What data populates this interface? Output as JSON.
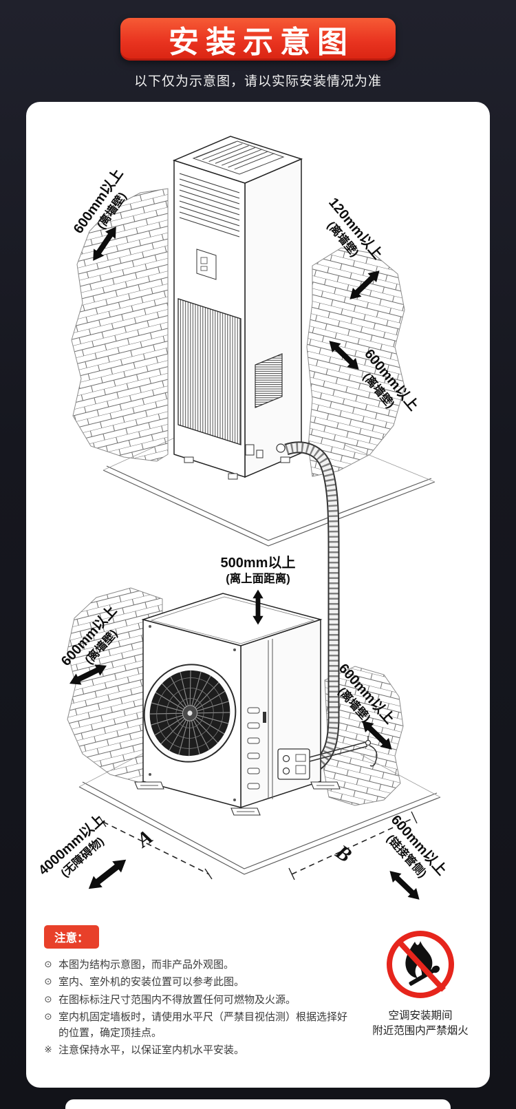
{
  "banner": {
    "title": "安装示意图"
  },
  "subtitle": "以下仅为示意图，请以实际安装情况为准",
  "diagram": {
    "indoor": {
      "left_clearance": {
        "value": "600mm以上",
        "note": "(离墙壁)"
      },
      "back_clearance": {
        "value": "120mm以上",
        "note": "(离墙壁)"
      },
      "right_clearance": {
        "value": "600mm以上",
        "note": "(离墙壁)"
      }
    },
    "outdoor": {
      "top_clearance": {
        "value": "500mm以上",
        "note": "(离上面距离)"
      },
      "left_clearance": {
        "value": "600mm以上",
        "note": "(离墙壁)"
      },
      "right_clearance": {
        "value": "600mm以上",
        "note": "(离墙壁)"
      },
      "front_clearance": {
        "value": "4000mm以上",
        "note": "(无障碍物)"
      },
      "pipe_side_clearance": {
        "value": "600mm以上",
        "note": "(链接管侧)"
      },
      "dim_a": "A",
      "dim_b": "B"
    }
  },
  "notes": {
    "badge": "注意：",
    "items": [
      {
        "marker": "⊙",
        "text": "本图为结构示意图，而非产品外观图。"
      },
      {
        "marker": "⊙",
        "text": "室内、室外机的安装位置可以参考此图。"
      },
      {
        "marker": "⊙",
        "text": "在图标标注尺寸范围内不得放置任何可燃物及火源。"
      },
      {
        "marker": "⊙",
        "text": "室内机固定墙板时，请使用水平尺（严禁目视估测）根据选择好的位置，确定顶挂点。"
      },
      {
        "marker": "※",
        "text": "注意保持水平，以保证室内机水平安装。"
      }
    ],
    "fire_warning": {
      "line1": "空调安装期间",
      "line2": "附近范围内严禁烟火"
    }
  },
  "colors": {
    "banner_red": "#e93420",
    "badge_red": "#e8402a",
    "prohibition_red": "#e6251c",
    "background": "#16171f"
  }
}
